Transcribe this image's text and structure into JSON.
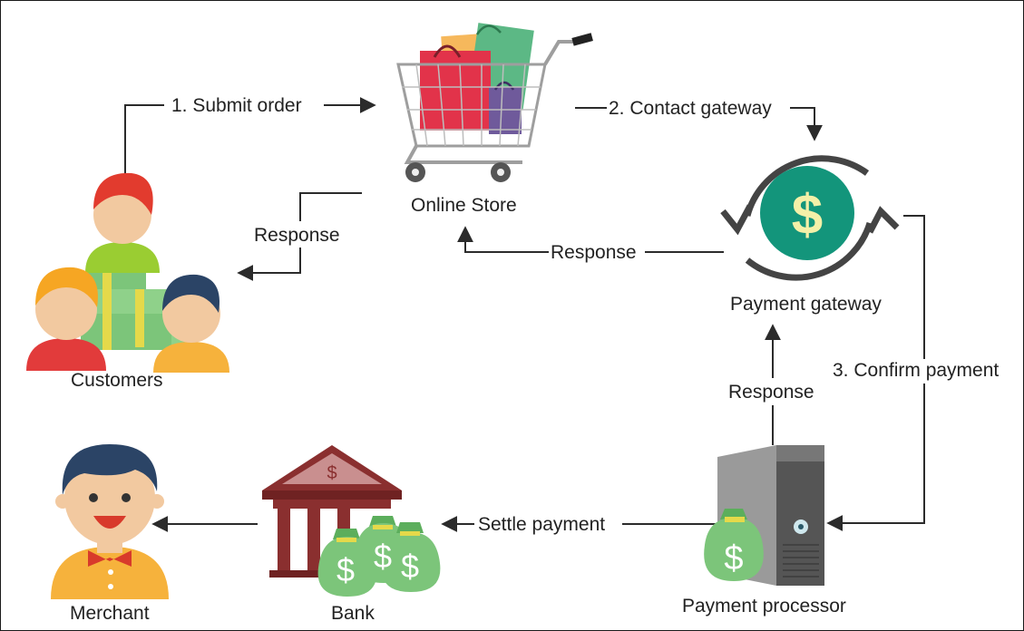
{
  "nodes": {
    "online_store": "Online Store",
    "customers": "Customers",
    "payment_gateway": "Payment gateway",
    "payment_processor": "Payment processor",
    "bank": "Bank",
    "merchant": "Merchant"
  },
  "edges": {
    "submit_order": "1. Submit order",
    "contact_gateway": "2. Contact gateway",
    "confirm_payment": "3. Confirm payment",
    "response_store_to_customers": "Response",
    "response_gateway_to_store": "Response",
    "response_processor_to_gateway": "Response",
    "settle_payment": "Settle payment"
  },
  "symbols": {
    "gateway_currency": "$",
    "bank_currency": "$",
    "moneybag_currency": "$"
  },
  "colors": {
    "line": "#2b2b2b",
    "gateway_green": "#13957b",
    "dollar_yellow": "#f3f0a8",
    "bank_brown": "#8a2f2f",
    "money_green": "#7cc57a"
  }
}
